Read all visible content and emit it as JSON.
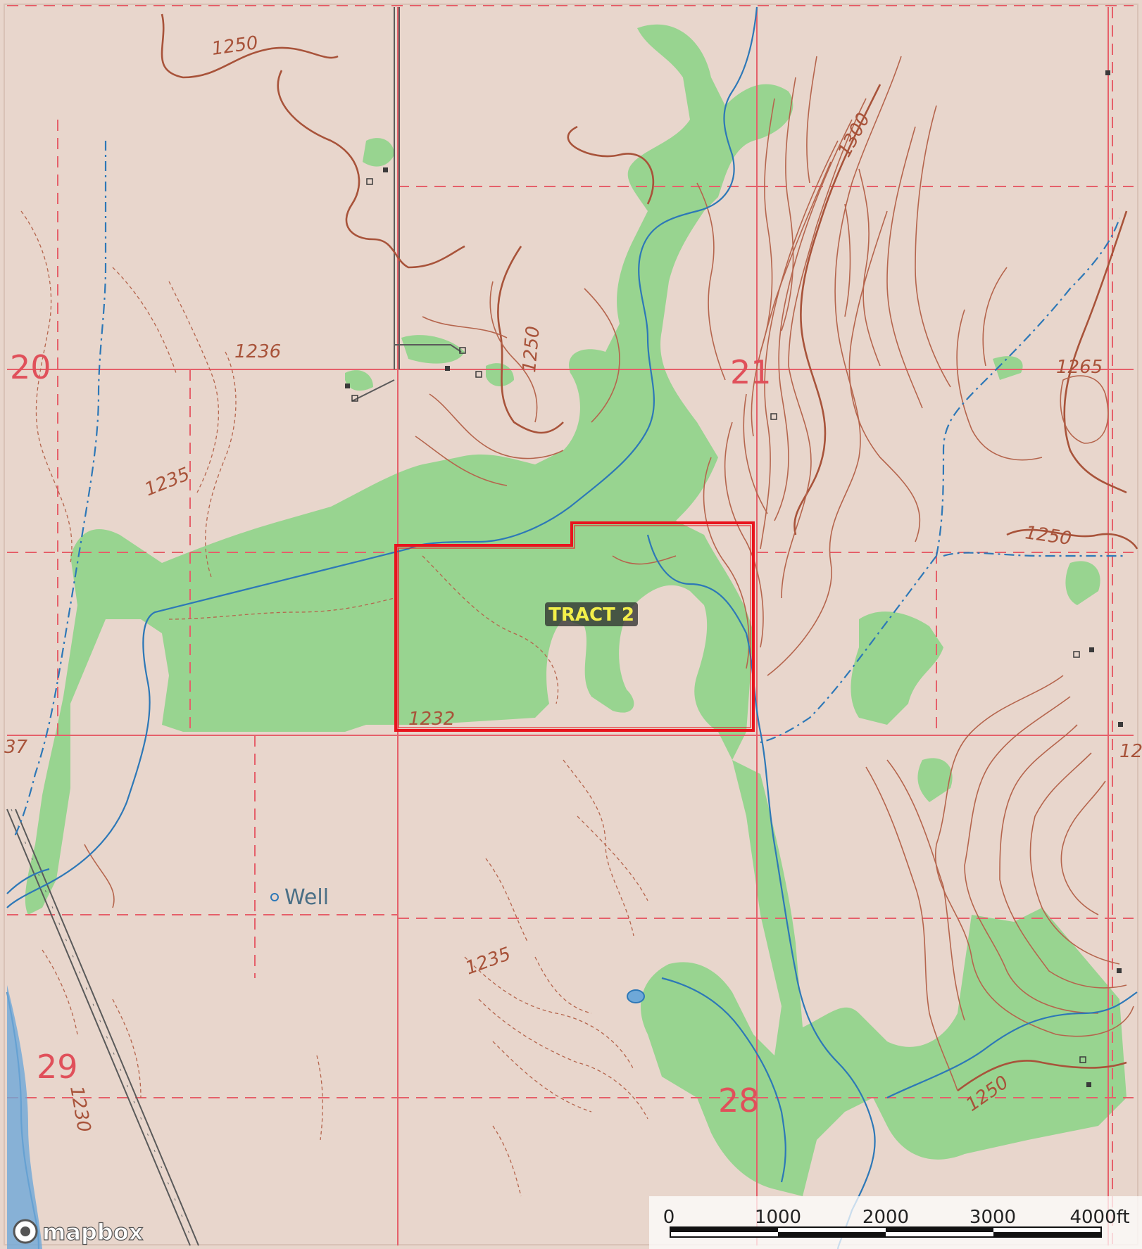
{
  "map": {
    "tract_label": "TRACT 2",
    "well_label": "Well",
    "attribution": "mapbox",
    "colors": {
      "background": "#e8d6cc",
      "woodland": "#8fd48a",
      "contour": "#b5654d",
      "section_line": "#e5606a",
      "water": "#2d78b7",
      "tract_boundary": "#e8141e",
      "tract_label_bg": "#2b2b2b",
      "tract_label_text": "#f3ef4a"
    },
    "section_numbers": [
      "20",
      "21",
      "29",
      "28"
    ],
    "elevation_labels": [
      "1250",
      "1300",
      "1236",
      "1250",
      "1265",
      "1235",
      "1250",
      "1232",
      "1235",
      "1230",
      "1250",
      "37",
      "12"
    ],
    "scale_bar": {
      "ticks": [
        "0",
        "1000",
        "2000",
        "3000",
        "4000ft"
      ]
    }
  }
}
